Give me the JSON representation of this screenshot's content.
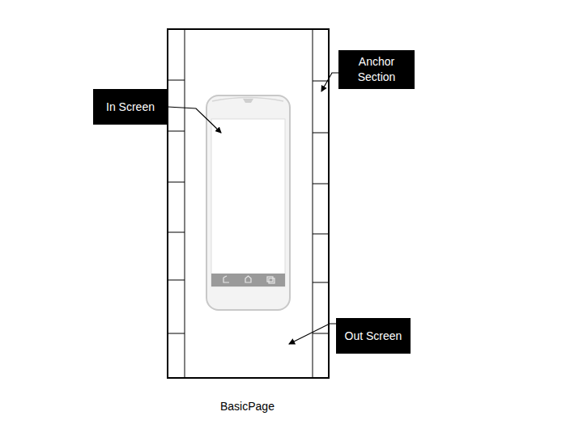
{
  "diagram": {
    "caption": "BasicPage",
    "nodes": [
      {
        "text": [
          "Anchor Section"
        ]
      },
      {
        "text": [
          "In Screen"
        ]
      },
      {
        "text": [
          "Out Screen"
        ]
      }
    ]
  }
}
